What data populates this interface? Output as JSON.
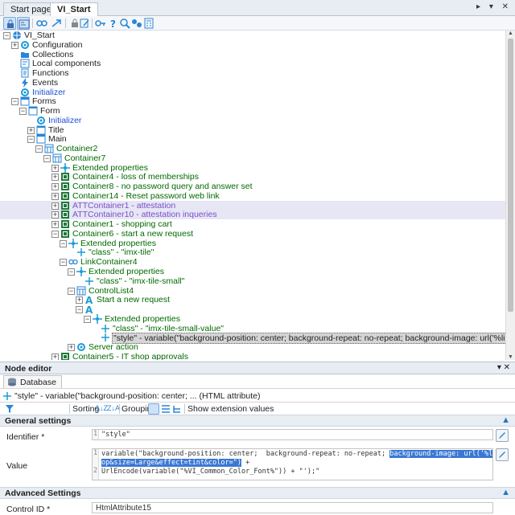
{
  "tabs": [
    {
      "label": "Start page"
    },
    {
      "label": "VI_Start"
    }
  ],
  "tab_controls": "▸ ▾ ✕",
  "tree": [
    {
      "label": "VI_Start",
      "icon": "globe-icon",
      "color": "dark",
      "expander": "−"
    },
    {
      "label": "Configuration",
      "icon": "gear-icon",
      "color": "dark",
      "expander": "+"
    },
    {
      "label": "Collections",
      "icon": "folder-icon",
      "color": "dark",
      "expander": ""
    },
    {
      "label": "Local components",
      "icon": "component-icon",
      "color": "dark",
      "expander": ""
    },
    {
      "label": "Functions",
      "icon": "function-icon",
      "color": "dark",
      "expander": ""
    },
    {
      "label": "Events",
      "icon": "lightning-icon",
      "color": "dark",
      "expander": ""
    },
    {
      "label": "Initializer",
      "icon": "gear-icon",
      "color": "blue",
      "expander": ""
    },
    {
      "label": "Forms",
      "icon": "forms-icon",
      "color": "dark",
      "expander": "−"
    },
    {
      "label": "Form",
      "icon": "form-icon",
      "color": "dark",
      "expander": "−"
    },
    {
      "label": "Initializer",
      "icon": "gear-icon",
      "color": "blue",
      "expander": ""
    },
    {
      "label": "Title",
      "icon": "form-icon",
      "color": "dark",
      "expander": "+"
    },
    {
      "label": "Main",
      "icon": "form-icon",
      "color": "dark",
      "expander": "−"
    },
    {
      "label": "Container2",
      "icon": "grid-icon",
      "color": "green",
      "expander": "−"
    },
    {
      "label": "Container7",
      "icon": "grid-icon",
      "color": "green",
      "expander": "−"
    },
    {
      "label": "Extended properties",
      "icon": "properties-icon",
      "color": "green",
      "expander": "+"
    },
    {
      "label": "Container4 - loss of memberships",
      "icon": "container-icon",
      "color": "green",
      "expander": "+"
    },
    {
      "label": "Container8 - no password query and answer set",
      "icon": "container-icon",
      "color": "green",
      "expander": "+"
    },
    {
      "label": "Container14 - Reset password web link",
      "icon": "container-icon",
      "color": "green",
      "expander": "+"
    },
    {
      "label": "ATTContainer1 - attestation",
      "icon": "container-icon",
      "color": "purple",
      "expander": "+",
      "highlight": true
    },
    {
      "label": "ATTContainer10 - attestation inqueries",
      "icon": "container-icon",
      "color": "purple",
      "expander": "+",
      "highlight": true
    },
    {
      "label": "Container1 - shopping cart",
      "icon": "container-icon",
      "color": "green",
      "expander": "+"
    },
    {
      "label": "Container6 - start a new request",
      "icon": "container-icon",
      "color": "green",
      "expander": "−"
    },
    {
      "label": "Extended properties",
      "icon": "properties-icon",
      "color": "green",
      "expander": "−"
    },
    {
      "label": "\"class\" - \"imx-tile\"",
      "icon": "property-icon",
      "color": "green",
      "expander": ""
    },
    {
      "label": "LinkContainer4",
      "icon": "link-icon",
      "color": "green",
      "expander": "−"
    },
    {
      "label": "Extended properties",
      "icon": "properties-icon",
      "color": "green",
      "expander": "−"
    },
    {
      "label": "\"class\" - \"imx-tile-small\"",
      "icon": "property-icon",
      "color": "green",
      "expander": ""
    },
    {
      "label": "ControlList4",
      "icon": "grid-icon",
      "color": "green",
      "expander": "−"
    },
    {
      "label": "Start a new request",
      "icon": "text-a-icon",
      "color": "green",
      "expander": "+"
    },
    {
      "label": "",
      "icon": "text-a-icon",
      "color": "green",
      "expander": "−"
    },
    {
      "label": "Extended properties",
      "icon": "properties-icon",
      "color": "green",
      "expander": "−"
    },
    {
      "label": "\"class\" - \"imx-tile-small-value\"",
      "icon": "property-icon",
      "color": "green",
      "expander": ""
    },
    {
      "label": "\"style\" - variable(\"background-position: center;  background-repeat: no-repeat; background-image: url('%link%stockImg=Shop&size=Large...",
      "icon": "property-icon",
      "color": "dark",
      "expander": "",
      "selected": true
    },
    {
      "label": "Server action",
      "icon": "server-action-icon",
      "color": "green",
      "expander": "+"
    },
    {
      "label": "Container5 - IT shop approvals",
      "icon": "container-icon",
      "color": "green",
      "expander": "+"
    }
  ],
  "node_editor": {
    "title": "Node editor",
    "pin": "▾ ✕",
    "tab_label": "Database",
    "path_text": "\"style\" - variable(\"background-position: center; ... (HTML attribute)",
    "sorting_label": "Sorting",
    "grouping_label": "Grouping",
    "show_ext_label": "Show extension values",
    "general_settings": "General settings",
    "identifier_label": "Identifier *",
    "identifier_value": "\"style\"",
    "value_label": "Value",
    "value_line1_a": "variable(\"background-position: center;  background-repeat: no-repeat; ",
    "value_line1_sel": "background-image: url('%link%stockImg=Sh",
    "value_line1_cont_sel": "op&size=Large&effect=tint&color=\")",
    "value_line1_cont": " +",
    "value_line2": "UrlEncode(variable(\"%VI_Common_Color_Font%\")) + \"');\"",
    "advanced_settings": "Advanced Settings",
    "control_id_label": "Control ID *",
    "control_id_value": "HtmlAttribute15"
  },
  "colors": {
    "green": "#006a00",
    "purple": "#7a50c8",
    "blue": "#1f4fd1",
    "highlight_row": "#e6e6f5",
    "accent": "#1c7bc4"
  }
}
